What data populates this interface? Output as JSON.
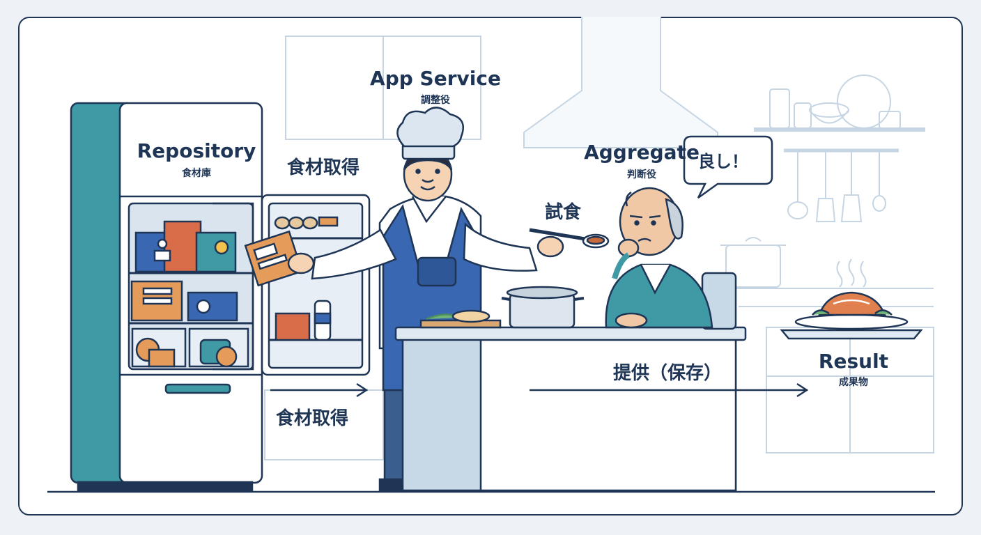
{
  "roles": {
    "repository": {
      "title": "Repository",
      "subtitle": "食材庫"
    },
    "app_service": {
      "title": "App Service",
      "subtitle": "調整役"
    },
    "aggregate": {
      "title": "Aggregate",
      "subtitle": "判断役"
    },
    "result": {
      "title": "Result",
      "subtitle": "成果物"
    }
  },
  "steps": {
    "fetch_top": "食材取得",
    "fetch_bottom": "食材取得",
    "taste": "試食",
    "serve": "提供（保存）"
  },
  "speech_bubble": "良し！",
  "colors": {
    "navy": "#1f3555",
    "teal": "#3f9aa6",
    "blue": "#3a67b1",
    "line": "#b9cbdc",
    "counter": "#c7d9e6"
  }
}
